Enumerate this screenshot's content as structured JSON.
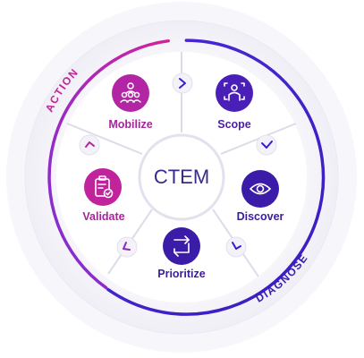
{
  "diagram": {
    "center_label": "CTEM",
    "arc_labels": {
      "left": "ACTION",
      "right": "DIAGNOSE"
    },
    "stages": [
      {
        "label": "Scope",
        "icon": "scope-icon",
        "color": "#4a1fb8"
      },
      {
        "label": "Discover",
        "icon": "eye-icon",
        "color": "#3a1ca8"
      },
      {
        "label": "Prioritize",
        "icon": "prioritize-arrows-icon",
        "color": "#3a1ca8"
      },
      {
        "label": "Validate",
        "icon": "clipboard-check-icon",
        "color": "#c0239c"
      },
      {
        "label": "Mobilize",
        "icon": "team-icon",
        "color": "#b226a6"
      }
    ],
    "colors": {
      "action_arc": "#c0239c",
      "diagnose_arc": "#3b1bd0",
      "stage_label": "#5a1fb0",
      "center_text": "#3a2a8a",
      "ring": "#f1eff7",
      "spokes": "#d9d6e3"
    }
  }
}
